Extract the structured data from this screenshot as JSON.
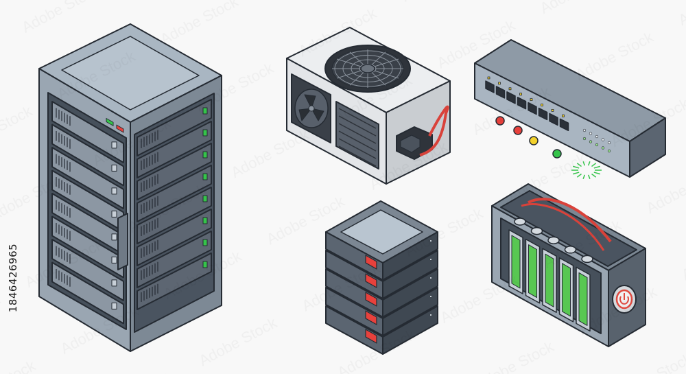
{
  "stock_id": "1846426965",
  "watermark_text": "Adobe Stock",
  "colors": {
    "outline": "#252b33",
    "rack_top": "#a9b6c2",
    "rack_front": "#9aa6b2",
    "rack_side": "#7d8995",
    "unit_dark": "#5d6672",
    "unit_mid": "#8c97a3",
    "led_green": "#35c44a",
    "led_red": "#e8413c",
    "led_yellow": "#f2d12b",
    "psu_body": "#e6e8ea",
    "psu_side": "#c9cdd1",
    "fan_dark": "#2f343b",
    "cable_red": "#d9423a",
    "battery_green": "#58c752",
    "power_ring": "#e04a40"
  },
  "objects": [
    {
      "name": "server-rack",
      "icon": "server-rack-icon",
      "units": 8
    },
    {
      "name": "power-supply-unit",
      "icon": "psu-icon"
    },
    {
      "name": "network-switch",
      "icon": "network-switch-icon",
      "ports": 8,
      "status_leds": [
        "red",
        "red",
        "yellow",
        "green"
      ]
    },
    {
      "name": "server-stack",
      "icon": "server-stack-icon",
      "layers": 5
    },
    {
      "name": "battery-pack",
      "icon": "battery-icon",
      "cells": 5
    }
  ]
}
